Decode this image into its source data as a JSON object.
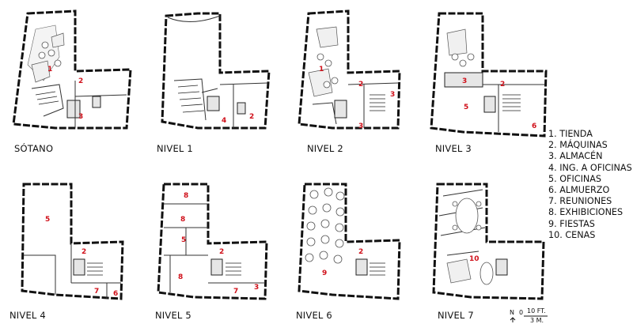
{
  "floors": [
    {
      "name": "SÓTANO",
      "rooms": [
        "1",
        "2",
        "3"
      ]
    },
    {
      "name": "NIVEL 1",
      "rooms": [
        "2",
        "4"
      ]
    },
    {
      "name": "NIVEL 2",
      "rooms": [
        "1",
        "2",
        "3",
        "3"
      ]
    },
    {
      "name": "NIVEL 3",
      "rooms": [
        "2",
        "3",
        "5",
        "6"
      ]
    },
    {
      "name": "NIVEL 4",
      "rooms": [
        "2",
        "5",
        "6",
        "7"
      ]
    },
    {
      "name": "NIVEL 5",
      "rooms": [
        "2",
        "3",
        "5",
        "7",
        "8",
        "8",
        "8"
      ]
    },
    {
      "name": "NIVEL 6",
      "rooms": [
        "2",
        "9"
      ]
    },
    {
      "name": "NIVEL 7",
      "rooms": [
        "10"
      ]
    }
  ],
  "legend": [
    "1. TIENDA",
    "2. MÁQUINAS",
    "3. ALMACÉN",
    "4. ING. A OFICINAS",
    "5. OFICINAS",
    "6. ALMUERZO",
    "7. REUNIONES",
    "8. EXHIBICIONES",
    "9. FIESTAS",
    "10. CENAS"
  ],
  "scale": {
    "north": "N",
    "zero": "0",
    "feet": "10 FT.",
    "meters": "3 M."
  },
  "colors": {
    "room_number": "#d0101a",
    "wall": "#111111",
    "core_fill": "#e6e6e6"
  }
}
